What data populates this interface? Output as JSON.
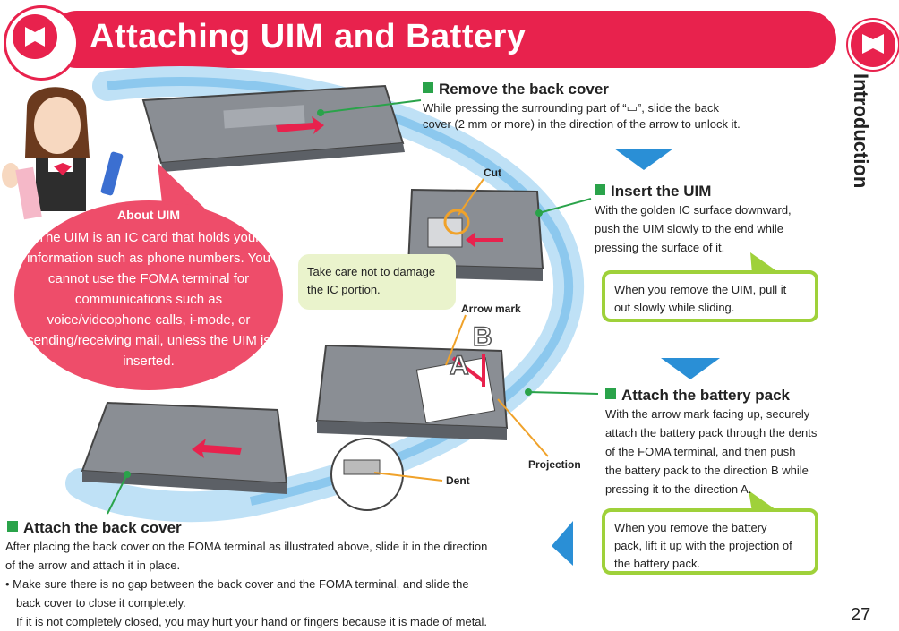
{
  "header": {
    "title": "Attaching UIM and Battery",
    "section": "Introduction"
  },
  "page_number": "27",
  "about_uim": {
    "title": "About UIM",
    "body": "The UIM is an IC card that holds your information such as phone numbers. You cannot use the FOMA terminal for communications such as voice/videophone calls, i-mode, or sending/receiving mail, unless the UIM is inserted."
  },
  "steps": {
    "remove_cover": {
      "heading": "Remove the back cover",
      "body1": "While pressing the surrounding part of “▭”, slide the back",
      "body2": "cover (2 mm or more) in the direction of the arrow to unlock it."
    },
    "insert_uim": {
      "heading": "Insert the UIM",
      "body1": "With the golden IC surface downward,",
      "body2": "push the UIM slowly to the end while",
      "body3": "pressing the surface of it.",
      "note1": "When you remove the UIM, pull it",
      "note2": "out slowly while sliding."
    },
    "attach_battery": {
      "heading": "Attach the battery pack",
      "body1": "With the arrow mark facing up, securely",
      "body2": "attach the battery pack through the dents",
      "body3": "of the FOMA terminal, and then push",
      "body4": "the battery pack to the direction B while",
      "body5": "pressing it to the direction A.",
      "note1": "When you remove the battery",
      "note2": "pack, lift it up with the projection of",
      "note3": "the battery pack."
    },
    "attach_cover": {
      "heading": "Attach the back cover",
      "line1": "After placing the back cover on the FOMA terminal as illustrated above, slide it in the direction",
      "line2": "of the arrow and attach it in place.",
      "bullet1": "• Make sure there is no gap between the back cover and the FOMA terminal, and slide the",
      "bullet1b": "back cover to close it completely.",
      "bullet1c": "If it is not completely closed, you may hurt your hand or fingers because it is made of metal."
    }
  },
  "ic_note": {
    "line1": "Take care not to damage",
    "line2": "the IC portion."
  },
  "labels": {
    "cut": "Cut",
    "arrow_mark": "Arrow mark",
    "projection": "Projection",
    "dent": "Dent",
    "letter_a": "A",
    "letter_b": "B"
  },
  "colors": {
    "header": "#e8224d",
    "bubble": "#ee4d6a",
    "note_border": "#9fd13a",
    "flow_arrow": "#2a8fd6",
    "accent_green": "#2aa34a"
  }
}
